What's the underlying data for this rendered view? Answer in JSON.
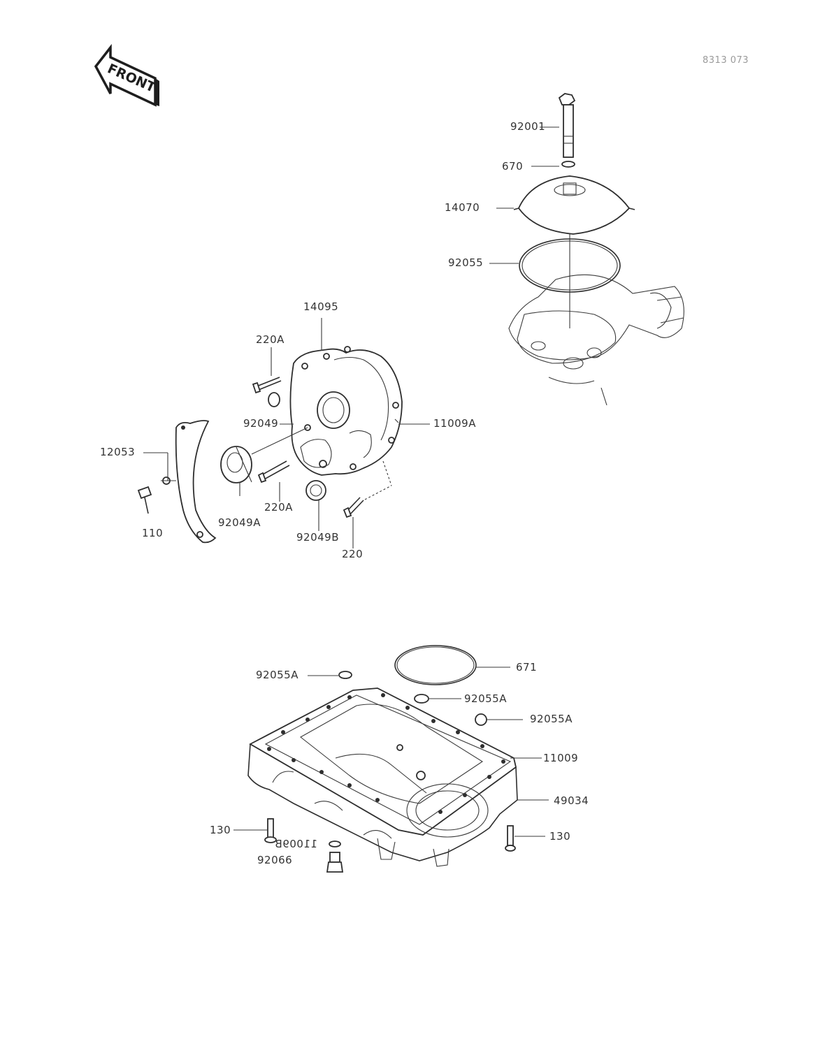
{
  "header_text": "",
  "ref_code": "8313 073",
  "front_badge": "FRONT",
  "callouts": {
    "c92001": "92001",
    "c670": "670",
    "c14070": "14070",
    "c92055": "92055",
    "c14095": "14095",
    "c220A_top": "220A",
    "c92049": "92049",
    "c11009A": "11009A",
    "c12053": "12053",
    "c220A_mid": "220A",
    "c110": "110",
    "c92049A": "92049A",
    "c92049B": "92049B",
    "c220": "220",
    "c671": "671",
    "c92055A_1": "92055A",
    "c92055A_2": "92055A",
    "c92055A_3": "92055A",
    "c11009": "11009",
    "c49034": "49034",
    "c130_left": "130",
    "c130_right": "130",
    "c11009B": "11009B",
    "c92066": "92066"
  }
}
